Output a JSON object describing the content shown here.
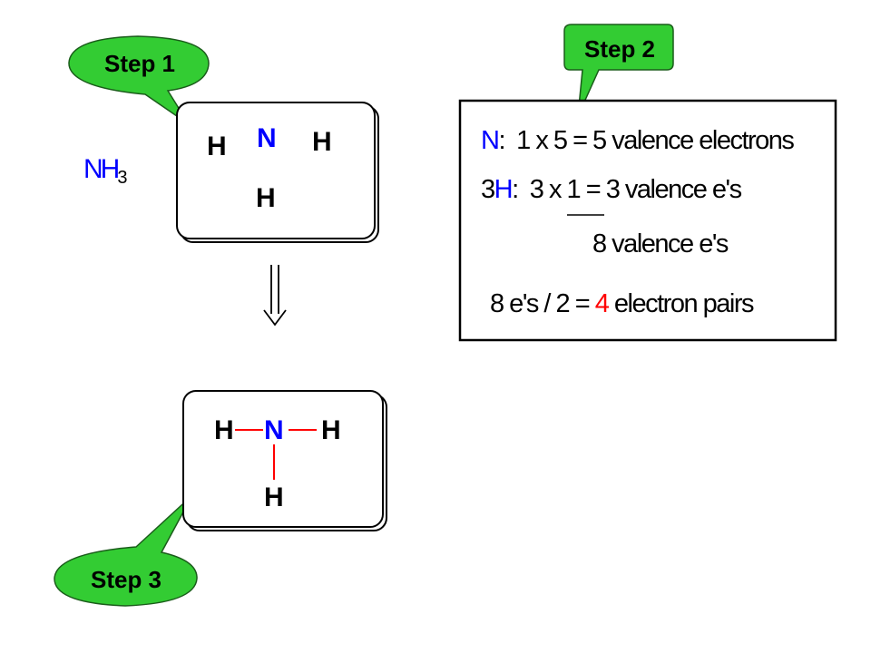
{
  "callouts": {
    "step1": "Step 1",
    "step2": "Step 2",
    "step3": "Step 3"
  },
  "formula": {
    "element": "NH",
    "subscript": "3"
  },
  "step1_box": {
    "atoms": [
      "H",
      "N",
      "H",
      "H"
    ]
  },
  "step2_box": {
    "line1": {
      "element": "N",
      "colon": ":",
      "calc": "1 x 5 = 5 valence electrons"
    },
    "line2": {
      "prefix": "3",
      "element": "H",
      "colon": ":",
      "calc": "3 x 1 = 3 valence e's"
    },
    "total": "8 valence e's",
    "pairs": {
      "before": "8 e's / 2 = ",
      "value": "4",
      "after": " electron pairs"
    }
  },
  "step3_box": {
    "left_h": "H",
    "center_n": "N",
    "right_h": "H",
    "bottom_h": "H"
  },
  "colors": {
    "element": "#0000ff",
    "bond": "#ff0000",
    "highlight": "#ff0000",
    "callout_fill": "#33cc33"
  }
}
